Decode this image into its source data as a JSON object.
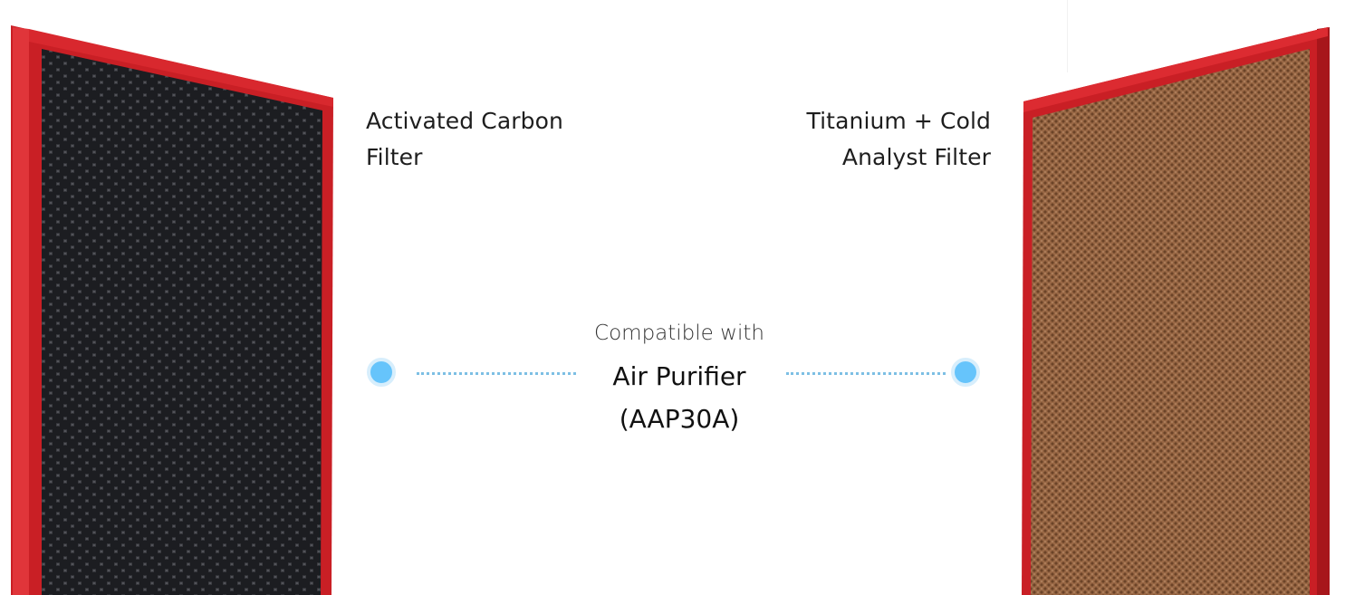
{
  "left_filter": {
    "label_lines": [
      "Activated Carbon",
      "Filter"
    ],
    "frame_color": "#d9232a",
    "mesh_color": "#2f3035"
  },
  "right_filter": {
    "label_lines": [
      "Titanium + Cold",
      "Analyst Filter"
    ],
    "frame_color": "#d9232a",
    "mesh_color": "#9a6a48"
  },
  "center": {
    "compatible_text": "Compatible with",
    "product_lines": [
      "Air Purifier",
      "(AAP30A)"
    ]
  },
  "accent_color": "#66c4fb"
}
